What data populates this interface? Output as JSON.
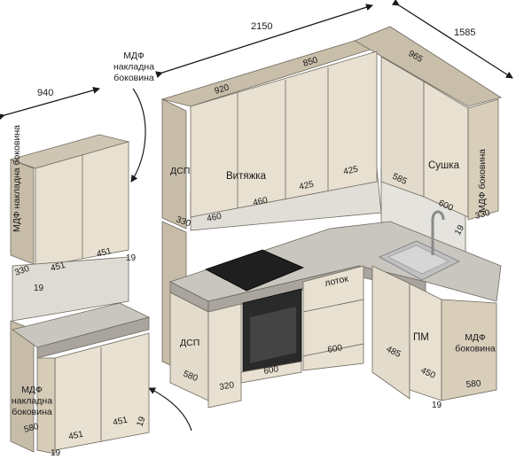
{
  "overall_dims": {
    "width_main": "2150",
    "width_side": "1585",
    "width_left": "940"
  },
  "callouts": {
    "mdf_overlay_top": "МДФ\nнакладна\nбоковина"
  },
  "left_unit": {
    "side_upper": "МДФ накладна боковина",
    "side_lower": "МДФ\nнакладна\nбоковина",
    "d_330": "330",
    "w_451a": "451",
    "w_451b": "451",
    "d_19a": "19",
    "d_19b": "19",
    "d_580": "580",
    "w_451c": "451",
    "w_451d": "451",
    "d_19c": "19",
    "d_19d": "19"
  },
  "main_unit": {
    "dim_920": "920",
    "dim_850": "850",
    "dim_965": "965",
    "label_dsp_upper": "ДСП",
    "label_hood": "Витяжка",
    "label_dryer": "Сушка",
    "label_mdf_side": "МДФ боковина",
    "d_330_left": "330",
    "d_330_right": "330",
    "w_460a": "460",
    "w_460b": "460",
    "w_425a": "425",
    "w_425b": "425",
    "w_585": "585",
    "w_600_upper": "600",
    "d_19_upper": "19",
    "label_tray": "лоток",
    "label_dsp_lower": "ДСП",
    "d_580_left": "580",
    "w_320": "320",
    "w_600_oven": "600",
    "w_600_drawers": "600",
    "w_485": "485",
    "label_dishwasher": "ПМ",
    "w_450": "450",
    "label_mdf_side_lower": "МДФ\nбоковина",
    "d_580_right": "580",
    "d_19_lower": "19"
  },
  "colors": {
    "carcass": "#cfc5b3",
    "front": "#e8e0d0",
    "countertop": "#c9c6c0",
    "wall": "#e4e2dd",
    "sink": "#c0c0c0",
    "hob": "#1f1f1f",
    "oven": "#2a2a2a"
  }
}
